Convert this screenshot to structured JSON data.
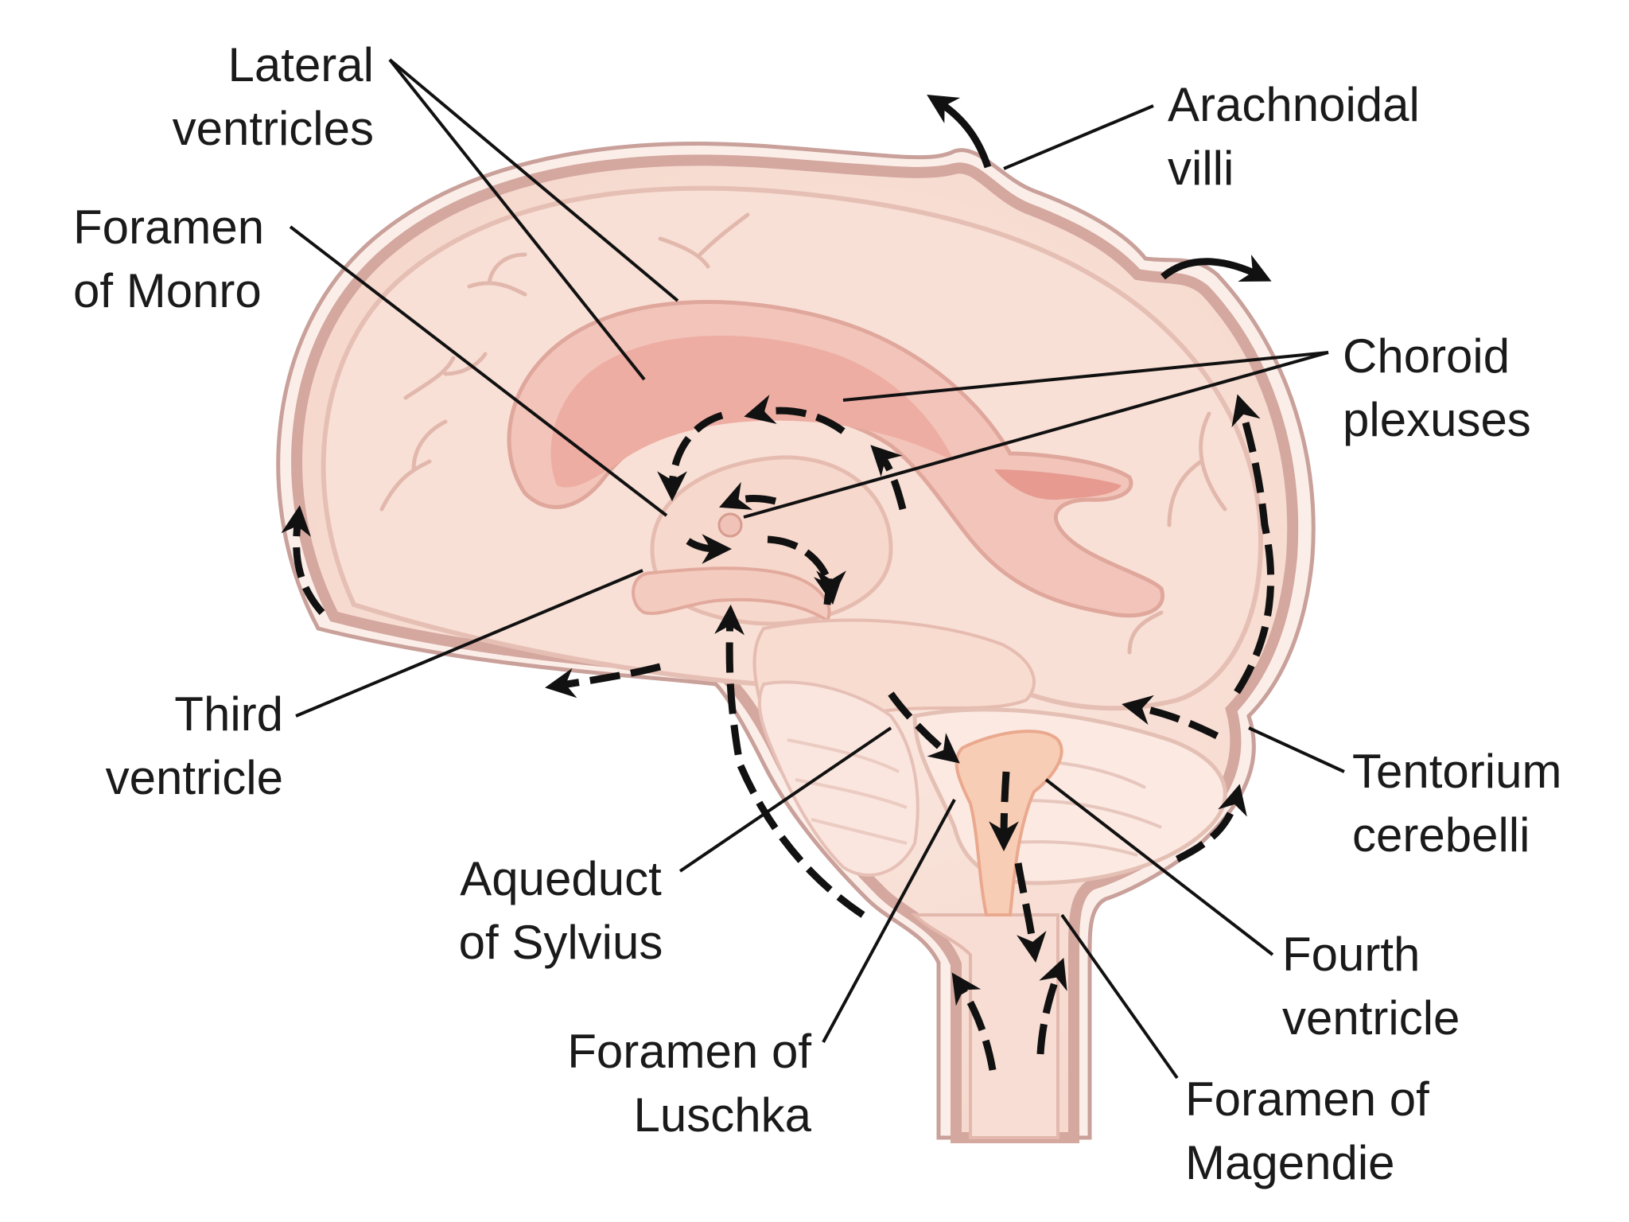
{
  "labels": {
    "lateral_ventricles": [
      "Lateral",
      "ventricles"
    ],
    "arachnoidal_villi": [
      "Arachnoidal",
      "villi"
    ],
    "foramen_of_monro": [
      "Foramen",
      "of Monro"
    ],
    "choroid_plexuses": [
      "Choroid",
      "plexuses"
    ],
    "third_ventricle": [
      "Third",
      "ventricle"
    ],
    "tentorium_cerebelli": [
      "Tentorium",
      "cerebelli"
    ],
    "aqueduct_of_sylvius": [
      "Aqueduct",
      "of Sylvius"
    ],
    "fourth_ventricle": [
      "Fourth",
      "ventricle"
    ],
    "foramen_of_luschka": [
      "Foramen of",
      "Luschka"
    ],
    "foramen_of_magendie": [
      "Foramen of",
      "Magendie"
    ]
  },
  "colors": {
    "skin_outline": "#c9a09a",
    "meninges_band": "#d9aaa2",
    "brain_fill": "#f7ddd2",
    "ventricle_fill": "#e8a29a",
    "ventricle_light": "#f2c6bc",
    "cerebellum_fill": "#f9e7df",
    "fourth_ventricle_fill": "#f7c4a6",
    "leader_line": "#111111",
    "flow_arrow": "#111111",
    "text": "#1a1a1a"
  }
}
